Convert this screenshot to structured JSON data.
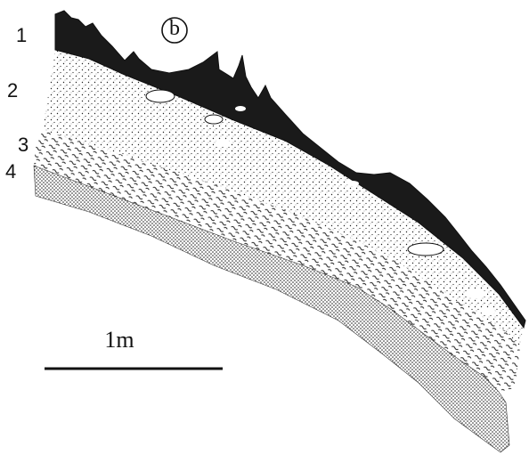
{
  "figure": {
    "panel_label": "b",
    "layers": [
      {
        "number": "1",
        "pattern": "solid-black",
        "color": "#1a1a1a"
      },
      {
        "number": "2",
        "pattern": "fine-stipple",
        "color": "#ffffff"
      },
      {
        "number": "3",
        "pattern": "wavy-dashes",
        "color": "#ffffff"
      },
      {
        "number": "4",
        "pattern": "dense-dots",
        "color": "#ffffff"
      }
    ],
    "scale_bar": {
      "label": "1m"
    }
  }
}
